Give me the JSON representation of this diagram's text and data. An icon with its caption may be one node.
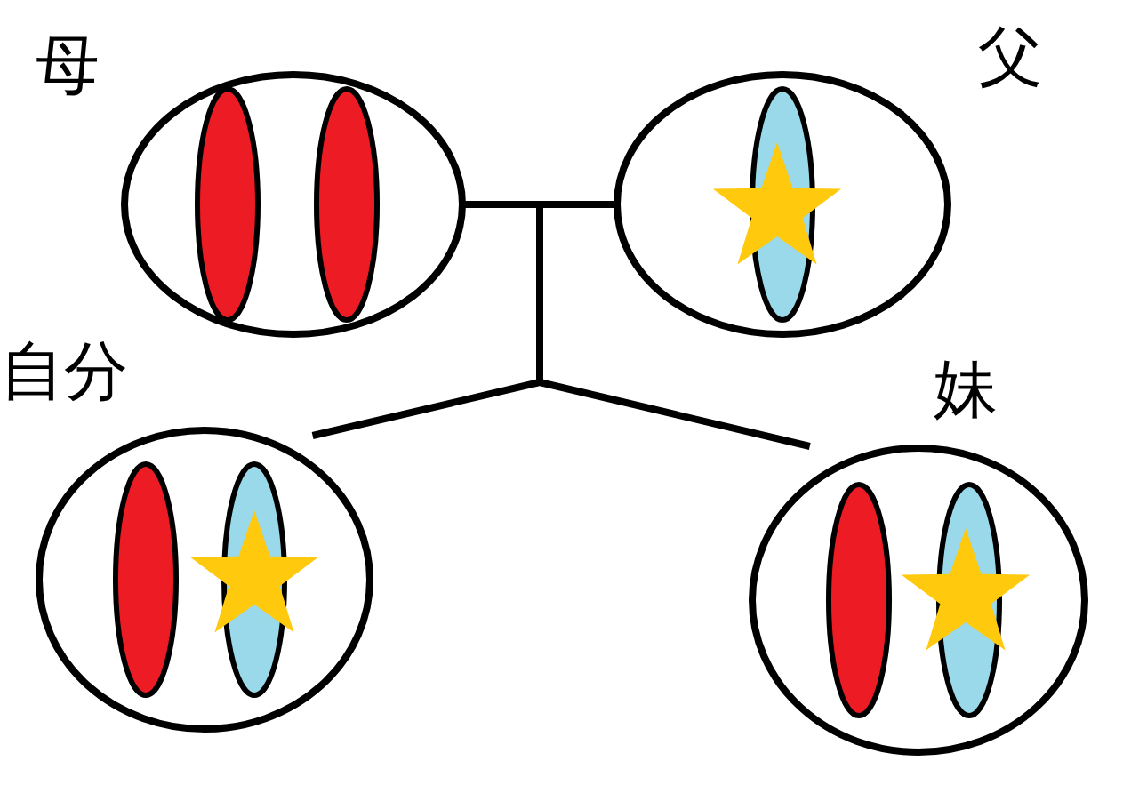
{
  "diagram": {
    "nodes": [
      {
        "text": [
          "母"
        ]
      },
      {
        "text": [
          "父"
        ]
      },
      {
        "text": [
          "自分"
        ]
      },
      {
        "text": [
          "妹"
        ]
      }
    ],
    "edges": [
      {
        "from": 0,
        "to": 1,
        "arrow": "none"
      },
      {
        "from": 0,
        "to": 2,
        "arrow": "none"
      },
      {
        "from": 0,
        "to": 3,
        "arrow": "none"
      },
      {
        "from": 1,
        "to": 2,
        "arrow": "none"
      },
      {
        "from": 1,
        "to": 3,
        "arrow": "none"
      }
    ]
  }
}
